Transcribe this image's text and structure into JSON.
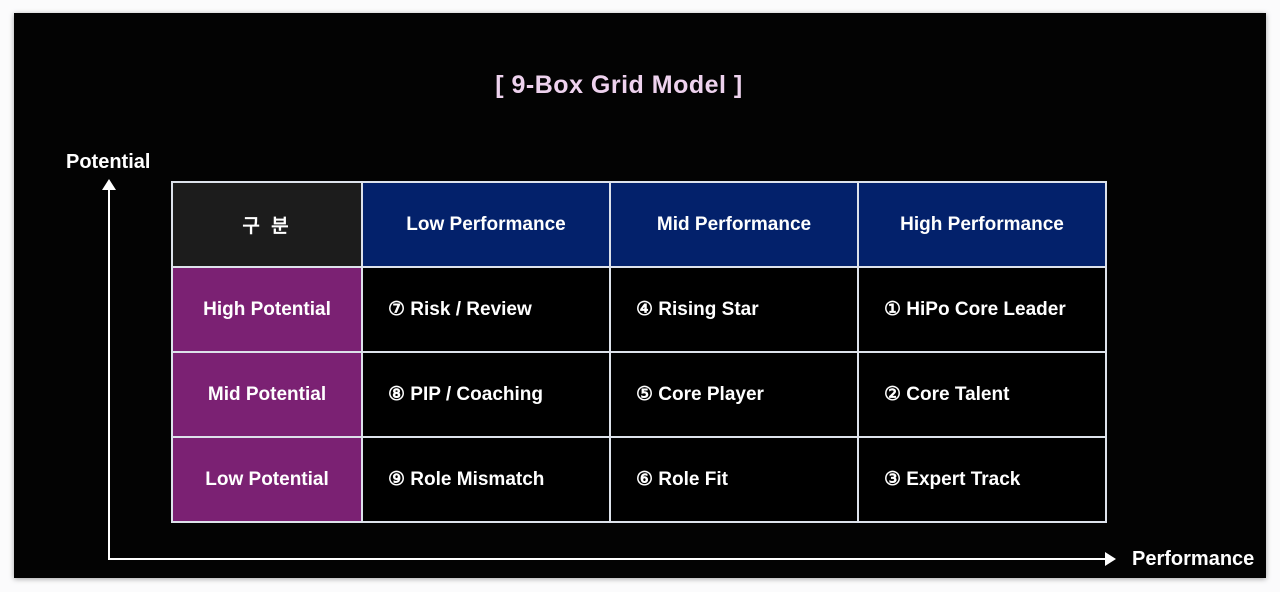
{
  "title": "[ 9-Box Grid Model ]",
  "axes": {
    "y_label": "Potential",
    "x_label": "Performance"
  },
  "table": {
    "header": {
      "corner": "구 분",
      "columns": [
        "Low Performance",
        "Mid Performance",
        "High Performance"
      ]
    },
    "rows": [
      {
        "label": "High Potential",
        "cells": [
          "⑦ Risk / Review",
          "④ Rising Star",
          "① HiPo Core Leader"
        ]
      },
      {
        "label": "Mid Potential",
        "cells": [
          "⑧ PIP / Coaching",
          "⑤ Core Player",
          "② Core Talent"
        ]
      },
      {
        "label": "Low Potential",
        "cells": [
          "⑨ Role Mismatch",
          "⑥ Role Fit",
          "③ Expert Track"
        ]
      }
    ]
  },
  "colors": {
    "panel_bg": "#030303",
    "title_text": "#eed2ee",
    "header_bg": "#03216b",
    "corner_bg": "#1c1c1c",
    "row_label_bg": "#7b2173",
    "cell_bg": "#000000",
    "border": "#dde2eb",
    "axis": "#ffffff"
  }
}
